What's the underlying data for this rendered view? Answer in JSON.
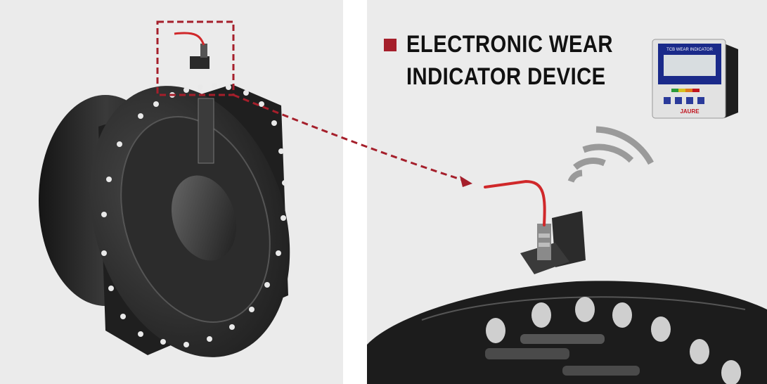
{
  "title": {
    "lines": [
      "ELECTRONIC WEAR",
      "INDICATOR DEVICE"
    ]
  },
  "device": {
    "screen_label": "TCB WEAR INDICATOR",
    "brand": "JAURE"
  },
  "colors": {
    "accent": "#a51f2b",
    "cable": "#d0282a",
    "panel_background": "#ebebeb",
    "metal_dark": "#2b2b2b",
    "signal_waves": "#9a9a9a"
  },
  "icons": [
    "signal-waves-icon",
    "title-square-marker"
  ]
}
